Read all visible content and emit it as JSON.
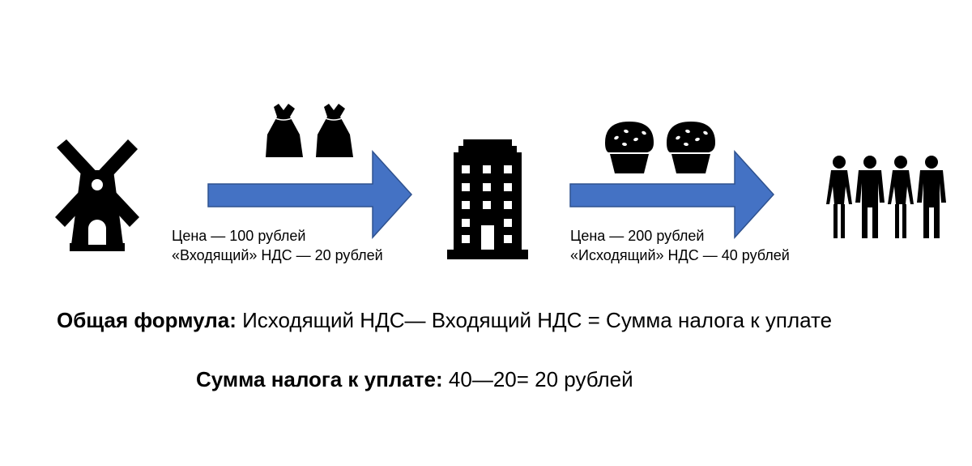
{
  "flow": {
    "step1": {
      "icon": "windmill-icon",
      "goods_icon": "sack-icon",
      "price_text": "Цена — 100 рублей",
      "vat_text": "«Входящий» НДС — 20 рублей"
    },
    "step2": {
      "icon": "building-icon",
      "goods_icon": "muffin-icon",
      "price_text": "Цена — 200 рублей",
      "vat_text": "«Исходящий» НДС — 40 рублей"
    },
    "end": {
      "icon": "people-icon"
    },
    "arrow_color": "#4472C4"
  },
  "formula": {
    "label": "Общая формула:",
    "text": "Исходящий НДС— Входящий НДС = Сумма налога к уплате"
  },
  "result": {
    "label": "Сумма налога к уплате:",
    "text": "40—20= 20 рублей"
  }
}
